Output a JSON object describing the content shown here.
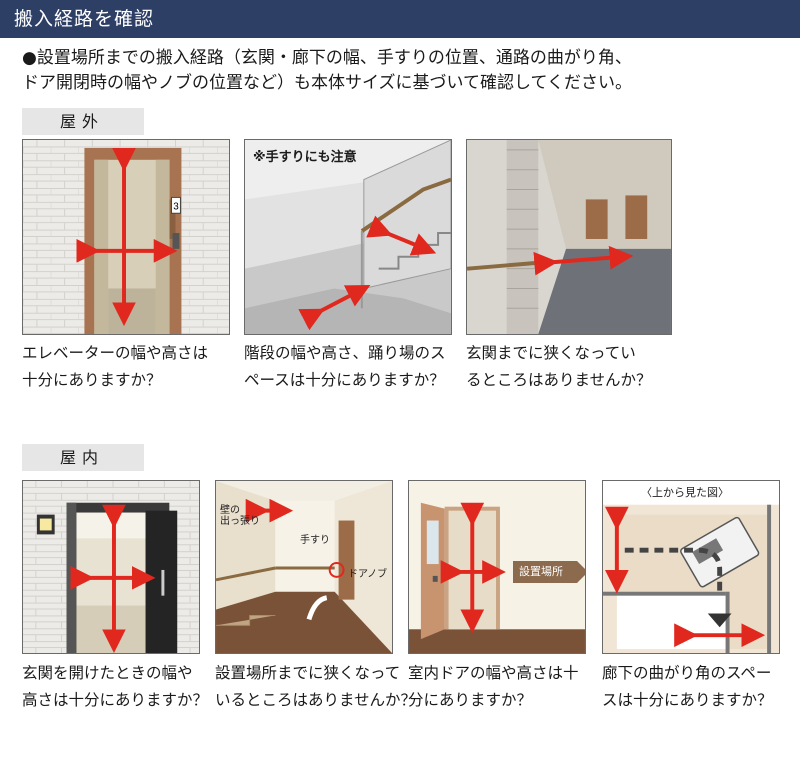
{
  "header": {
    "title": "搬入経路を確認"
  },
  "intro": {
    "line1": "●設置場所までの搬入経路（玄関・廊下の幅、手すりの位置、通路の曲がり角、",
    "line2": "ドア開閉時の幅やノブの位置など）も本体サイズに基づいて確認してください。"
  },
  "outdoor": {
    "label": "屋外",
    "panels": [
      {
        "caption1": "エレベーターの幅や高さは",
        "caption2": "十分にありますか？",
        "floor_number": "3"
      },
      {
        "caption1": "階段の幅や高さ、踊り場のス",
        "caption2": "ペースは十分にありますか？",
        "note": "※手すりにも注意"
      },
      {
        "caption1": "玄関までに狭くなってい",
        "caption2": "るところはありませんか？"
      }
    ]
  },
  "indoor": {
    "label": "屋内",
    "panels": [
      {
        "caption1": "玄関を開けたときの幅や",
        "caption2": "高さは十分にありますか？"
      },
      {
        "caption1": "設置場所までに狭くなって",
        "caption2": "いるところはありませんか？",
        "wall_label1": "壁の",
        "wall_label2": "出っ張り",
        "handrail_label": "手すり",
        "knob_label": "ドアノブ"
      },
      {
        "caption1": "室内ドアの幅や高さは十",
        "caption2": "分にありますか？",
        "sign": "設置場所"
      },
      {
        "caption1": "廊下の曲がり角のスペー",
        "caption2": "スは十分にありますか？",
        "top_label": "〈上から見た図〉"
      }
    ]
  },
  "colors": {
    "header_bg": "#2e3f66",
    "arrow": "#e0281e",
    "label_bg": "#e6e6e6"
  }
}
